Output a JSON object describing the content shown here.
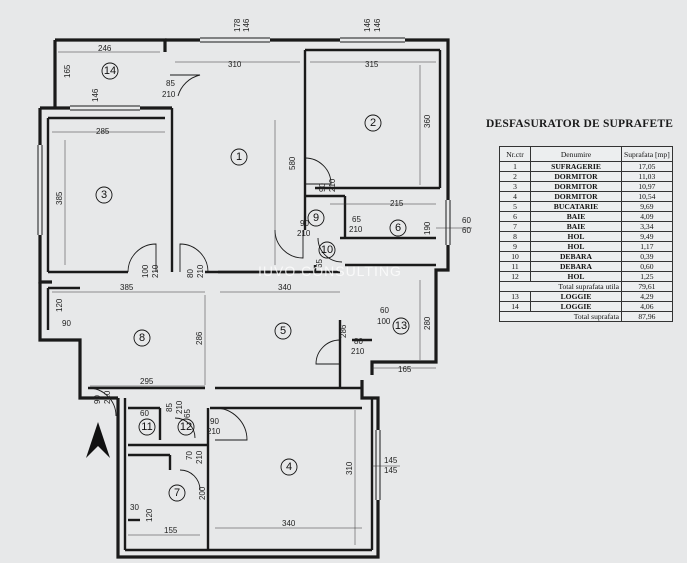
{
  "watermark": "IUVO CONSULTING",
  "plan": {
    "room_numbers": [
      "1",
      "2",
      "3",
      "4",
      "5",
      "6",
      "7",
      "8",
      "9",
      "10",
      "11",
      "12",
      "13",
      "14"
    ],
    "dimensions": {
      "d246": "246",
      "d165": "165",
      "d310a": "310",
      "d178": "178",
      "d146a": "146",
      "d146b": "146",
      "d146c": "146",
      "d315": "315",
      "d85": "85",
      "d210a": "210",
      "d146d": "146",
      "d285": "285",
      "d385a": "385",
      "d580": "580",
      "d360": "360",
      "d90a": "90",
      "d210b": "210",
      "d215": "215",
      "d90b": "90",
      "d210c": "210",
      "d65a": "65",
      "d210d": "210",
      "d190": "190",
      "d60a": "60",
      "d60b": "60",
      "d100": "100",
      "d210e": "210",
      "d80a": "80",
      "d210f": "210",
      "d65b": "65",
      "d385b": "385",
      "d340a": "340",
      "d120a": "120",
      "d90c": "90",
      "d286a": "286",
      "d60c": "60",
      "d100b": "100",
      "d286b": "286",
      "d280": "280",
      "d80b": "80",
      "d210g": "210",
      "d165b": "165",
      "d295": "295",
      "d90d": "90",
      "d210h": "210",
      "d60d": "60",
      "d85b": "85",
      "d210i": "210",
      "d65c": "65",
      "d90e": "90",
      "d210j": "210",
      "d70": "70",
      "d210k": "210",
      "d310b": "310",
      "d145a": "145",
      "d145b": "145",
      "d30": "30",
      "d120b": "120",
      "d200": "200",
      "d155": "155",
      "d340b": "340"
    }
  },
  "table": {
    "title": "DESFASURATOR DE SUPRAFETE",
    "headers": [
      "Nr.ctr",
      "Denumire",
      "Suprafata [mp]"
    ],
    "rows": [
      {
        "nr": "1",
        "name": "SUFRAGERIE",
        "area": "17,05"
      },
      {
        "nr": "2",
        "name": "DORMITOR",
        "area": "11,03"
      },
      {
        "nr": "3",
        "name": "DORMITOR",
        "area": "10,97"
      },
      {
        "nr": "4",
        "name": "DORMITOR",
        "area": "10,54"
      },
      {
        "nr": "5",
        "name": "BUCATARIE",
        "area": "9,69"
      },
      {
        "nr": "6",
        "name": "BAIE",
        "area": "4,09"
      },
      {
        "nr": "7",
        "name": "BAIE",
        "area": "3,34"
      },
      {
        "nr": "8",
        "name": "HOL",
        "area": "9,49"
      },
      {
        "nr": "9",
        "name": "HOL",
        "area": "1,17"
      },
      {
        "nr": "10",
        "name": "DEBARA",
        "area": "0,39"
      },
      {
        "nr": "11",
        "name": "DEBARA",
        "area": "0,60"
      },
      {
        "nr": "12",
        "name": "HOL",
        "area": "1,25"
      }
    ],
    "total_useful": {
      "label": "Total suprafata utila",
      "area": "79,61"
    },
    "loggias": [
      {
        "nr": "13",
        "name": "LOGGIE",
        "area": "4,29"
      },
      {
        "nr": "14",
        "name": "LOGGIE",
        "area": "4,06"
      }
    ],
    "total": {
      "label": "Total suprafata",
      "area": "87,96"
    }
  }
}
